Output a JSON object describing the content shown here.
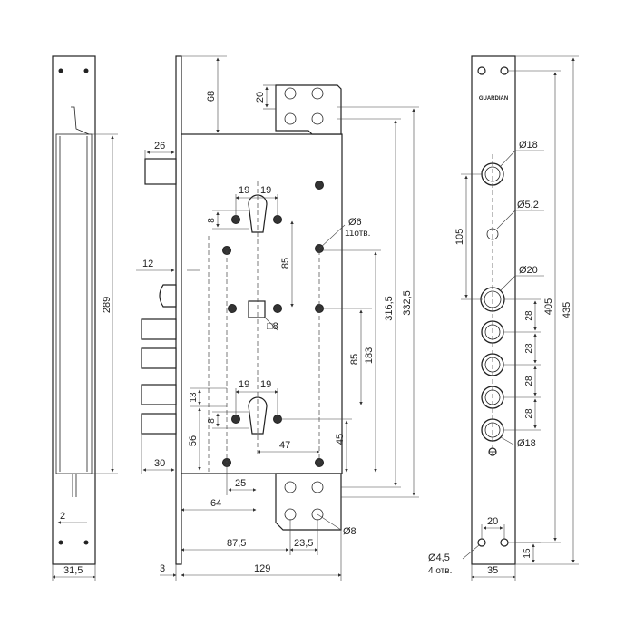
{
  "brand": "GUARDIAN",
  "left_view": {
    "height_289": "289",
    "offset_2": "2",
    "width_31_5": "31,5"
  },
  "front_view": {
    "top_68": "68",
    "top_20": "20",
    "backset_26": "26",
    "latch_12": "12",
    "bolt_30": "30",
    "cyl_19_a": "19",
    "cyl_19_b": "19",
    "cyl_19_c": "19",
    "cyl_19_d": "19",
    "cyl_8_a": "8",
    "cyl_8_b": "8",
    "cyl_85_a": "85",
    "holes_label": "Ø6",
    "holes_count": "11отв.",
    "spindle_8": "□8",
    "dim_85_b": "85",
    "dim_183": "183",
    "dim_316_5": "316,5",
    "dim_332_5": "332,5",
    "dim_13": "13",
    "dim_56": "56",
    "dim_47": "47",
    "dim_45": "45",
    "dim_25": "25",
    "dim_64": "64",
    "dim_87_5": "87,5",
    "dim_23_5": "23,5",
    "hole_o8": "Ø8",
    "dim_3": "3",
    "dim_129": "129"
  },
  "faceplate_view": {
    "hole_18_top": "Ø18",
    "hole_5_2": "Ø5,2",
    "dim_105": "105",
    "hole_20": "Ø20",
    "dim_28_a": "28",
    "dim_28_b": "28",
    "dim_28_c": "28",
    "dim_28_d": "28",
    "dim_405": "405",
    "dim_435": "435",
    "hole_18_bottom": "Ø18",
    "dim_20": "20",
    "dim_15": "15",
    "hole_4_5": "Ø4,5",
    "hole_4_5_count": "4 отв.",
    "dim_35": "35"
  }
}
